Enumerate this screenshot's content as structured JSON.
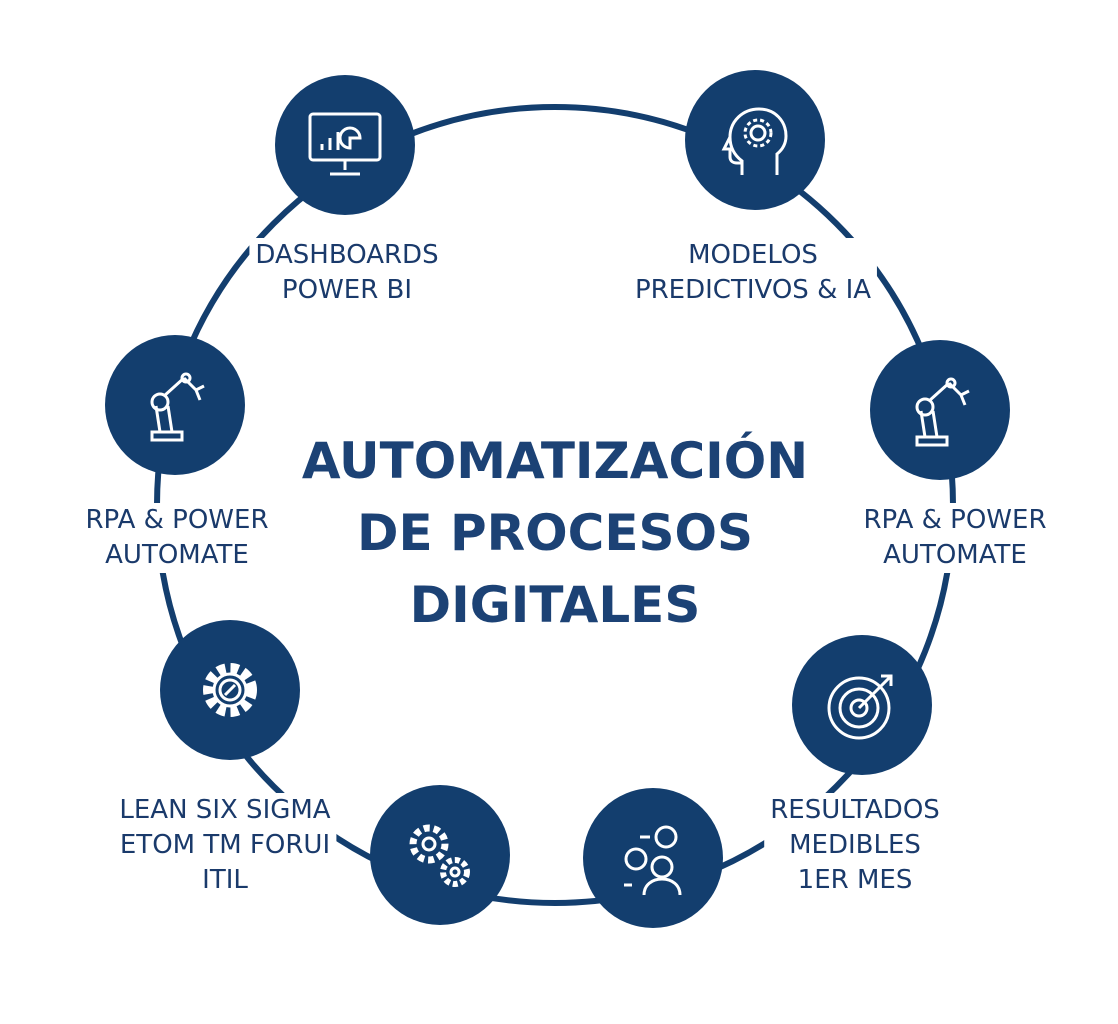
{
  "title": [
    "AUTOMATIZACIÓN",
    "DE PROCESOS",
    "DIGITALES"
  ],
  "colors": {
    "node": "#133e6e",
    "text": "#1a3a6b"
  },
  "nodes": [
    {
      "icon": "dashboard-monitor-icon",
      "label": [
        "DASHBOARDS",
        "POWER BI"
      ]
    },
    {
      "icon": "head-gear-icon",
      "label": [
        "MODELOS",
        "PREDICTIVOS & IA"
      ]
    },
    {
      "icon": "robot-arm-icon",
      "label": [
        "RPA & POWER",
        "AUTOMATE"
      ]
    },
    {
      "icon": "robot-arm-icon",
      "label": [
        "RPA & POWER",
        "AUTOMATE"
      ]
    },
    {
      "icon": "gear-icon",
      "label": [
        "LEAN SIX SIGMA",
        "ETOM TM FORUI",
        "ITIL"
      ]
    },
    {
      "icon": "target-icon",
      "label": [
        "RESULTADOS",
        "MEDIBLES",
        "1ER MES"
      ]
    },
    {
      "icon": "gears-icon",
      "label": []
    },
    {
      "icon": "people-icon",
      "label": []
    }
  ]
}
